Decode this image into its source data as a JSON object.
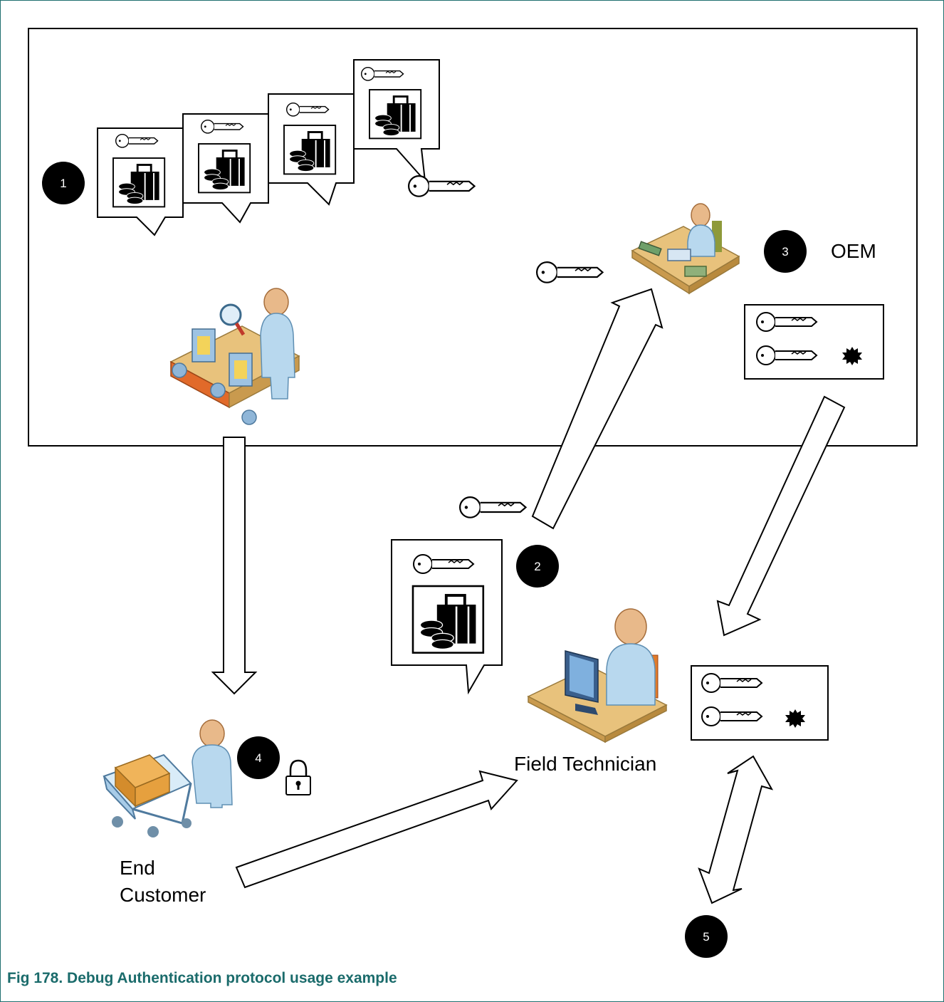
{
  "labels": {
    "oem": "OEM",
    "field_technician": "Field Technician",
    "end_customer_line1": "End",
    "end_customer_line2": "Customer"
  },
  "steps": [
    "1",
    "2",
    "3",
    "4",
    "5"
  ],
  "caption": {
    "text": "Fig 178. Debug Authentication protocol usage example",
    "color": "#1a6b6b"
  },
  "icons": {
    "key": "key-icon",
    "toolbox": "toolbox-icon",
    "certificate_seal": "certificate-seal-icon",
    "lock": "padlock-icon",
    "factory_inspector": "manufacturing-inspector-icon",
    "oem_desk": "oem-desk-worker-icon",
    "technician_pc": "technician-computer-icon",
    "shopping_cart": "shopping-cart-customer-icon"
  }
}
